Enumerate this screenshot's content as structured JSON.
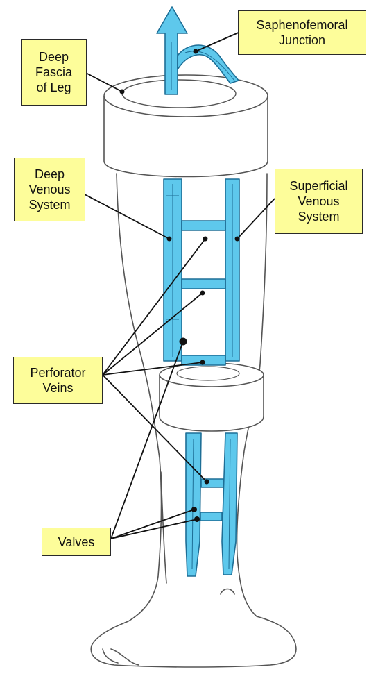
{
  "diagram": {
    "labels": {
      "saphenofemoral": "Saphenofemoral\nJunction",
      "deep_fascia": "Deep\nFascia\nof Leg",
      "deep_venous": "Deep\nVenous\nSystem",
      "superficial_venous": "Superficial\nVenous\nSystem",
      "perforator_veins": "Perforator\nVeins",
      "valves": "Valves"
    },
    "colors": {
      "label_fill": "#fdfd9a",
      "vein_fill": "#5ec8ec",
      "vein_stroke": "#1d6e96",
      "outline": "#555555",
      "leader": "#111111"
    }
  }
}
